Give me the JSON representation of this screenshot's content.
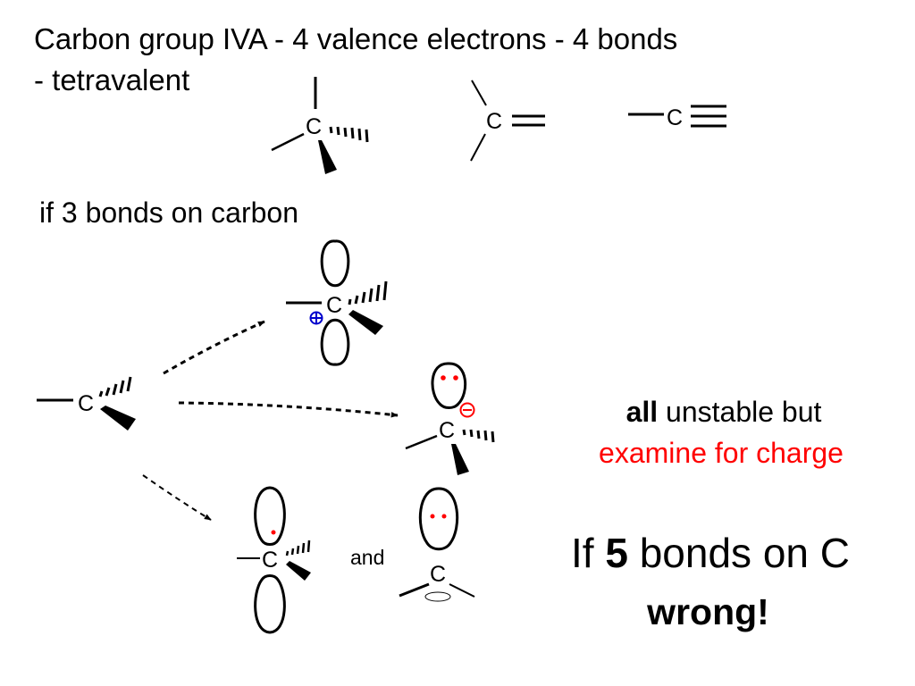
{
  "header": {
    "line1": "Carbon group IVA - 4 valence electrons - 4 bonds",
    "line2": "- tetravalent"
  },
  "subtitle": "if 3 bonds on carbon",
  "note": {
    "bold_word": "all",
    "rest": " unstable but",
    "highlight": "examine for charge",
    "highlight_color": "#ff0000"
  },
  "five_bonds": {
    "prefix": "If ",
    "number": "5",
    "suffix": " bonds on C",
    "verdict": "wrong!"
  },
  "and_label": "and",
  "atom_label": "C",
  "charges": {
    "plus_color": "#0000cc",
    "minus_color": "#ff0000",
    "lone_pair_color": "#ff0000"
  }
}
